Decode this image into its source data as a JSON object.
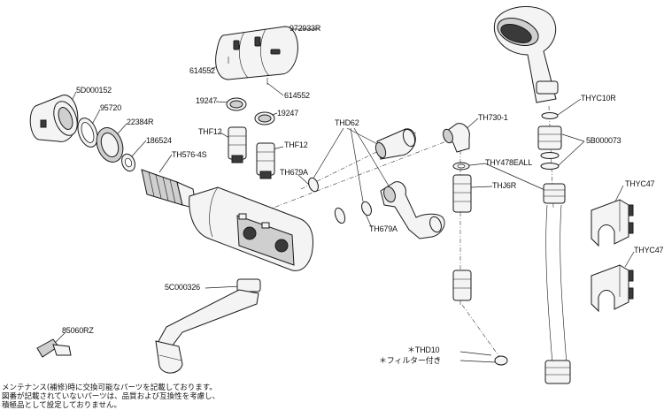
{
  "part_labels": {
    "p972933R": "972933R",
    "p614552a": "614552",
    "p614552b": "614552",
    "p5D000152": "5D000152",
    "p95720": "95720",
    "p22384R": "22384R",
    "p186524": "186524",
    "pTH5764S": "TH576-4S",
    "p19247a": "19247",
    "p19247b": "19247",
    "pTHF12a": "THF12",
    "pTHF12b": "THF12",
    "pTHD62": "THD62",
    "pTH679Aa": "TH679A",
    "pTH679Ab": "TH679A",
    "pTH7301": "TH730-1",
    "pTHY478EALL": "THY478EALL",
    "pTHJ6R": "THJ6R",
    "pTHYC10R": "THYC10R",
    "p5B000073": "5B000073",
    "pTHYC47a": "THYC47",
    "pTHYC47b": "THYC47",
    "p5C000326": "5C000326",
    "p85060RZ": "85060RZ",
    "pTHD10": "＊THD10",
    "filter_note": "＊フィルター付き"
  },
  "footer_notes": [
    "メンテナンス(補修)時に交換可能なパーツを記載しております。",
    "図番が記載されていないパーツは、品質および互換性を考慮し、",
    "積極品として設定しておりません。"
  ]
}
